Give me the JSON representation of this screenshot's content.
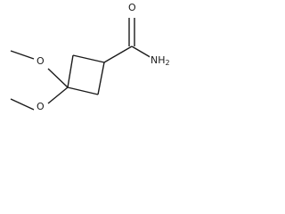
{
  "molecule": {
    "atoms": {
      "carbonyl_oxygen": "O",
      "amide_nitrogen": "NH2",
      "methoxy_oxygen_upper": "O",
      "methoxy_oxygen_lower": "O"
    },
    "bond_color": "#1a1a1a",
    "background_color": "#ffffff"
  }
}
